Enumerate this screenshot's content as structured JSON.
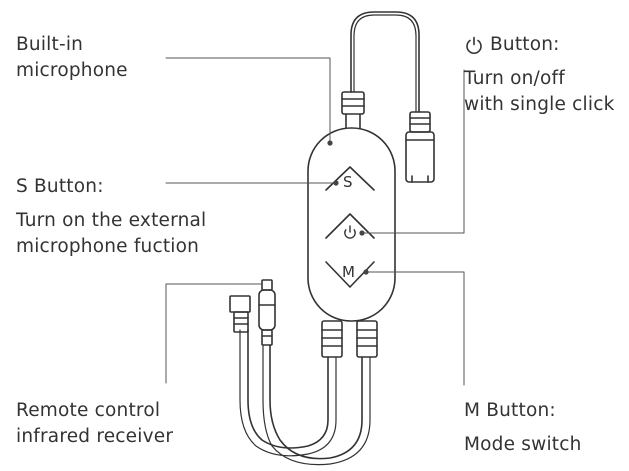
{
  "labels": {
    "builtin_mic": [
      "Built-in",
      "microphone"
    ],
    "s_button": {
      "title": "S Button:",
      "desc": [
        "Turn on the external",
        "microphone fuction"
      ]
    },
    "power_button": {
      "title": "Button:",
      "desc": [
        "Turn on/off",
        "with single click"
      ]
    },
    "remote": [
      "Remote control",
      "infrared receiver"
    ],
    "m_button": {
      "title": "M Button:",
      "desc": "Mode switch"
    }
  },
  "controller": {
    "s_key": "S",
    "m_key": "M"
  },
  "icons": {
    "power": "power-icon",
    "line_color": "#333333"
  }
}
